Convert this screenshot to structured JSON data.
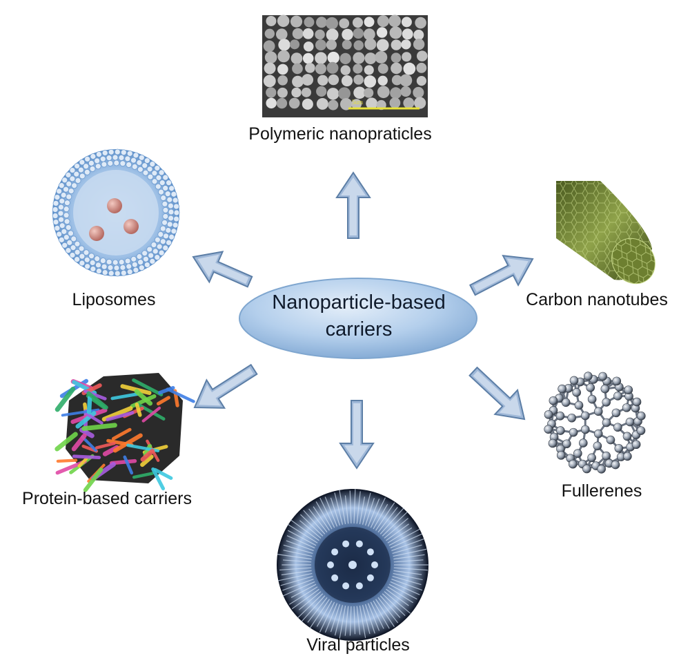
{
  "center": {
    "line1": "Nanoparticle-based",
    "line2": "carriers"
  },
  "nodes": {
    "polymeric": {
      "label": "Polymeric nanopraticles",
      "scale_bar_text": "5um"
    },
    "liposomes": {
      "label": "Liposomes"
    },
    "carbon": {
      "label": "Carbon nanotubes"
    },
    "protein": {
      "label": "Protein-based carriers"
    },
    "viral": {
      "label": "Viral particles"
    },
    "fullerenes": {
      "label": "Fullerenes"
    }
  },
  "colors": {
    "ellipse_fill": "#a9c8e8",
    "ellipse_stroke": "#7fa6cf",
    "arrow_fill": "#9fb8d8",
    "arrow_stroke": "#5c7ea6",
    "scale_bar": "#e8e23a"
  }
}
